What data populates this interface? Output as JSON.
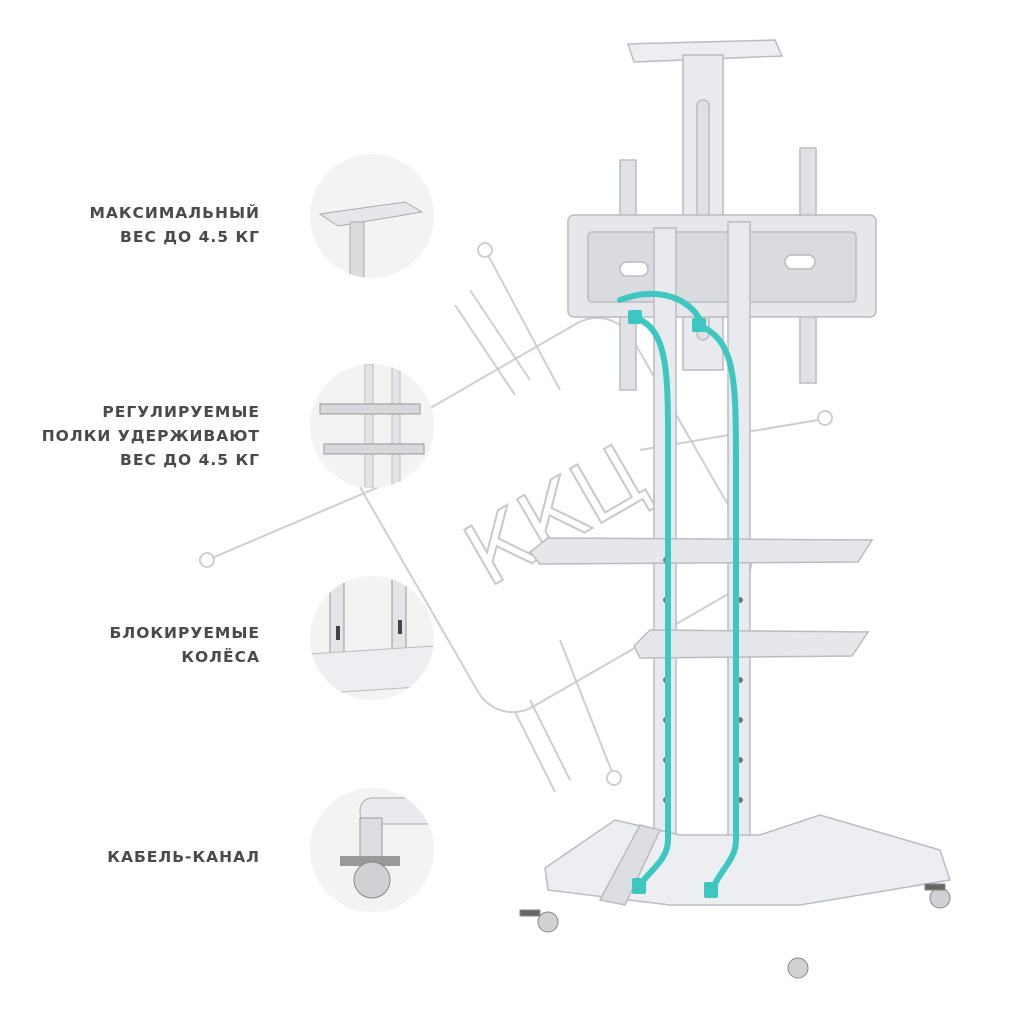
{
  "features": [
    {
      "lines": [
        "МАКСИМАЛЬНЫЙ",
        "ВЕС ДО 4.5 КГ"
      ],
      "icon": "top-shelf-icon"
    },
    {
      "lines": [
        "РЕГУЛИРУЕМЫЕ",
        "ПОЛКИ УДЕРЖИВАЮТ",
        "ВЕС ДО 4.5 КГ"
      ],
      "icon": "shelves-icon"
    },
    {
      "lines": [
        "БЛОКИРУЕМЫЕ",
        "КОЛЁСА"
      ],
      "icon": "locking-wheels-icon"
    },
    {
      "lines": [
        "КАБЕЛЬ-КАНАЛ"
      ],
      "icon": "cable-channel-icon"
    }
  ],
  "watermark": "ККЦ",
  "colors": {
    "text": "#4a4a4a",
    "cable": "#3cc8c0",
    "metal": "#e4e6ea",
    "outline": "#b9bcc2"
  }
}
